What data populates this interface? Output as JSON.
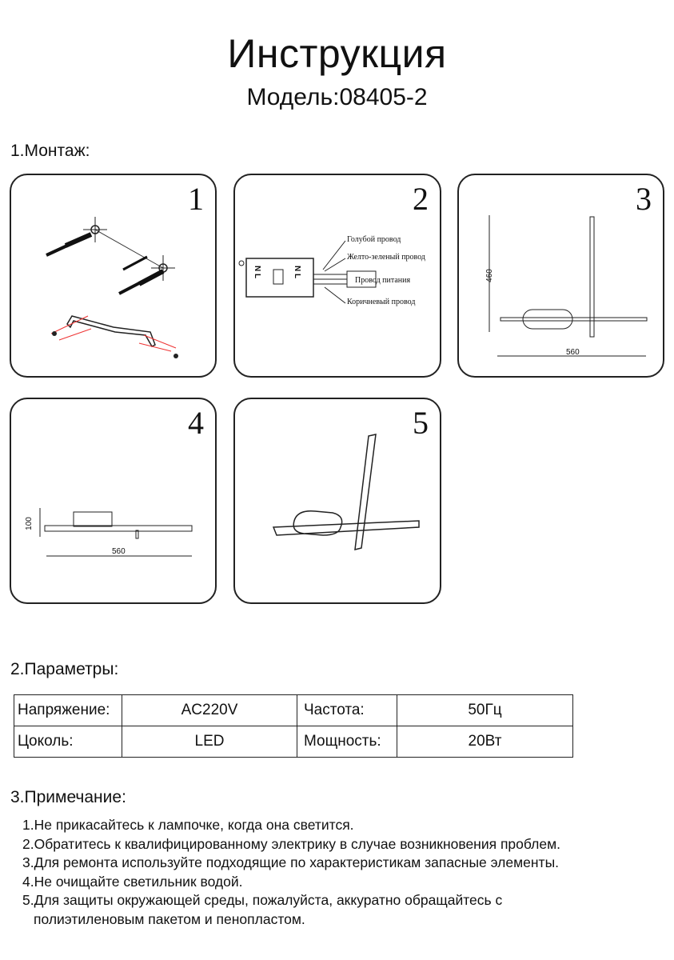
{
  "header": {
    "title": "Инструкция",
    "model": "Модель:08405-2"
  },
  "sections": {
    "mount": "1.Монтаж:",
    "params": "2.Параметры:",
    "notes": "3.Примечание:"
  },
  "panels": [
    {
      "num": "1"
    },
    {
      "num": "2",
      "labels": {
        "blue": "Голубой провод",
        "yellow_green": "Желто-зеленый провод",
        "supply": "Провод питания",
        "brown": "Коричневый провод"
      },
      "terminal_left": "N L",
      "terminal_right": "N L"
    },
    {
      "num": "3",
      "height": "460",
      "width": "560"
    },
    {
      "num": "4",
      "height": "100",
      "width": "560"
    },
    {
      "num": "5"
    }
  ],
  "params_table": {
    "rows": [
      [
        "Напряжение:",
        "AC220V",
        "Частота:",
        "50Гц"
      ],
      [
        "Цоколь:",
        "LED",
        "Мощность:",
        "20Вт"
      ]
    ]
  },
  "notes": [
    "1.Не прикасайтесь к лампочке, когда она светится.",
    "2.Обратитесь к квалифицированному электрику в случае возникновения проблем.",
    "3.Для ремонта используйте подходящие по характеристикам запасные элементы.",
    "4.Не очищайте светильник водой.",
    "5.Для защиты окружающей среды, пожалуйста, аккуратно обращайтесь с",
    "полиэтиленовым пакетом и пенопластом."
  ]
}
